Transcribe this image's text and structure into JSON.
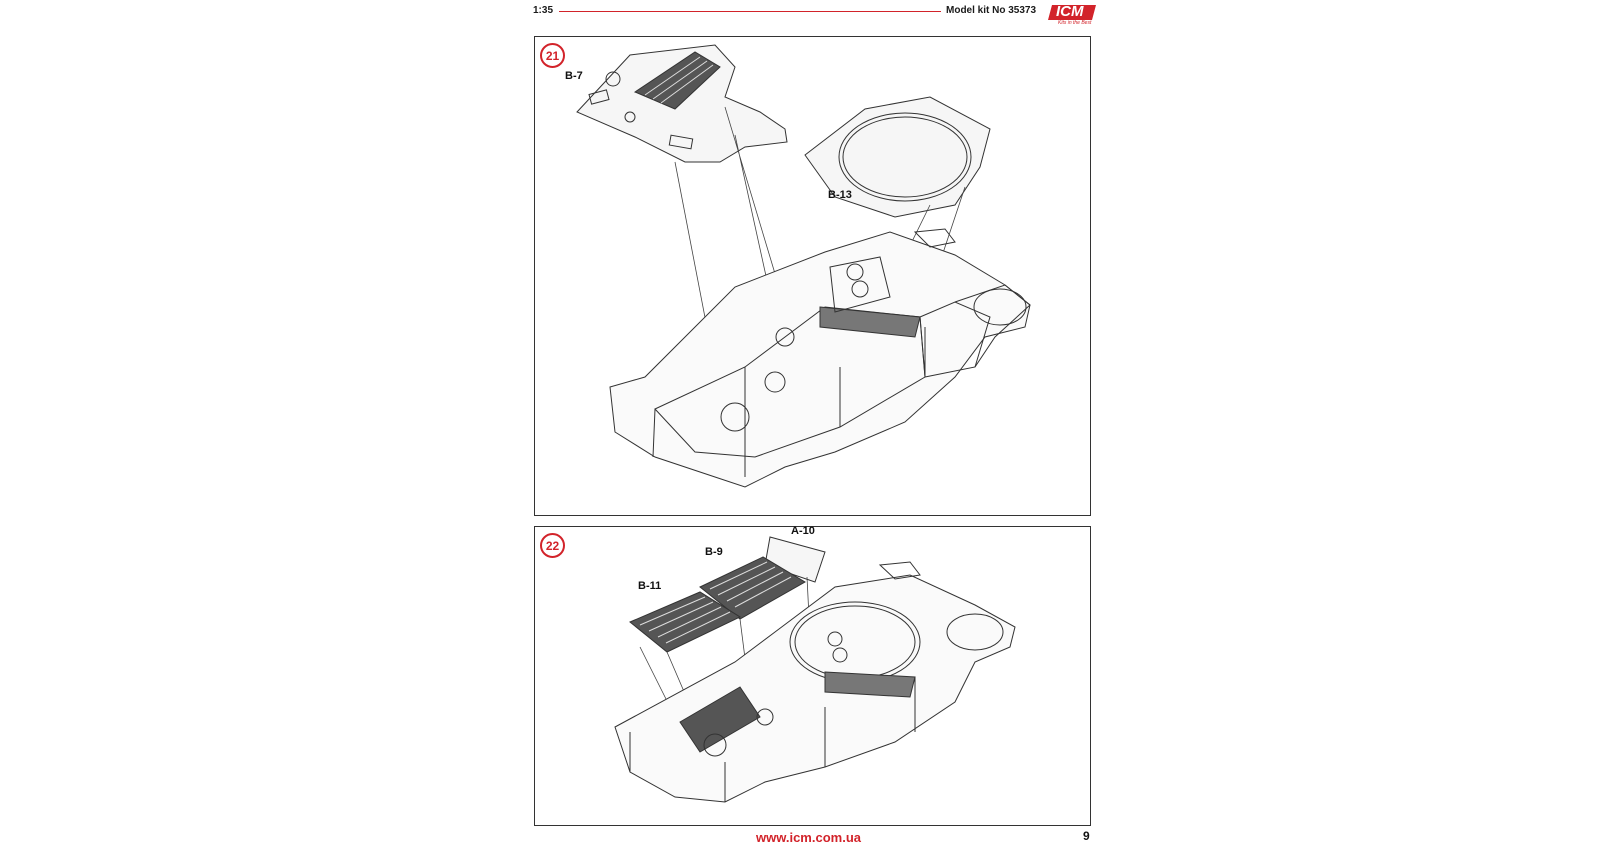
{
  "header": {
    "scale": "1:35",
    "kit_number": "Model kit No 35373",
    "logo_text": "ICM",
    "logo_slogan": "Kits in the Best",
    "accent_color": "#d2232a"
  },
  "steps": [
    {
      "number": "21",
      "parts": [
        "B-7",
        "B-13"
      ]
    },
    {
      "number": "22",
      "parts": [
        "A-10",
        "B-9",
        "B-11"
      ]
    }
  ],
  "footer": {
    "url": "www.icm.com.ua",
    "page_number": "9"
  }
}
